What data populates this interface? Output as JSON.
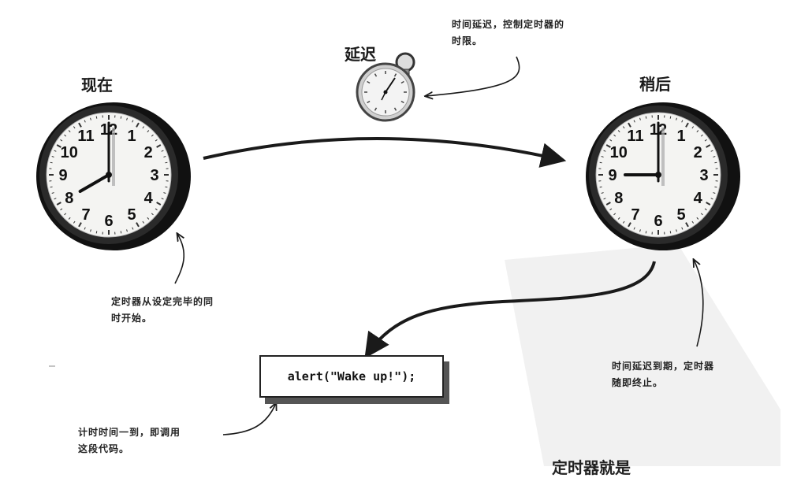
{
  "labels": {
    "now": "现在",
    "later": "稍后",
    "delay": "延迟"
  },
  "notes": {
    "delay_desc": [
      "时间延迟，控制定时器的",
      "时限。"
    ],
    "start_desc": [
      "定时器从设定完毕的同",
      "时开始。"
    ],
    "end_desc": [
      "时间延迟到期，定时器",
      "随即终止。"
    ],
    "code_desc": [
      "计时时间一到，即调用",
      "这段代码。"
    ]
  },
  "code": {
    "statement": "alert(\"Wake up!\");"
  },
  "clock_numbers": [
    "12",
    "1",
    "2",
    "3",
    "4",
    "5",
    "6",
    "7",
    "8",
    "9",
    "10",
    "11"
  ],
  "clocks": {
    "now": {
      "hour": 8,
      "minute": 0
    },
    "later": {
      "hour": 9,
      "minute": 0
    }
  },
  "colors": {
    "ink": "#1a1a1a",
    "clock_frame": "#111111",
    "clock_face": "#f4f4f2",
    "watermark": "#ececec"
  },
  "footer_fragment": "定时器就是"
}
